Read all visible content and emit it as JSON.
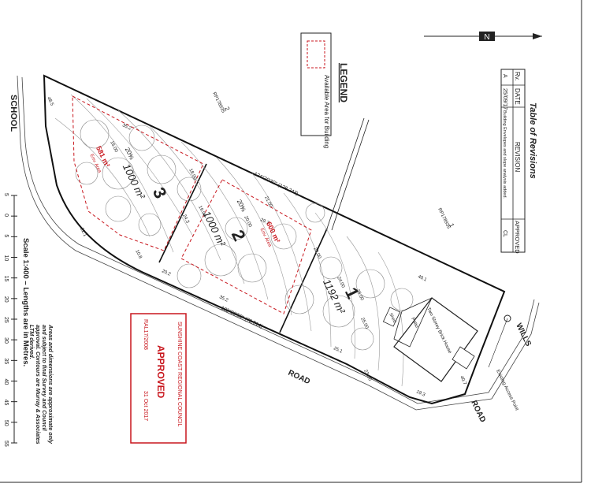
{
  "legend": {
    "title": "LEGEND",
    "item_label": "Available Area for Building"
  },
  "revisions": {
    "title": "Table of Revisions",
    "headers": [
      "Rv.",
      "DATE",
      "REVISION",
      "APPROVED"
    ],
    "rows": [
      {
        "rv": "A",
        "date": "25/09/17",
        "revision": "Building Envelopes and slope analysis added.",
        "approved": "CL"
      }
    ]
  },
  "roads": {
    "school": "SCHOOL",
    "road": "ROAD",
    "wills": "WILLS",
    "road2": "ROAD"
  },
  "lots": [
    {
      "number": "3",
      "area": "1000 m²",
      "env_area": "581 m²",
      "env_label": "Env. Area",
      "slope": "20%"
    },
    {
      "number": "2",
      "area": "1000 m²",
      "env_area": "600 m²",
      "env_label": "Env. Area",
      "slope": "20%"
    },
    {
      "number": "1",
      "area": "1192 m²"
    }
  ],
  "adjacent": {
    "lot2_label": "2",
    "lot2_plan": "RP178935",
    "lot1_label": "1",
    "lot1_plan": "RP178935"
  },
  "bearings": {
    "north_boundary": "124°20'30\" (128.243)",
    "south_boundary": "122°20'50\" (70.514)"
  },
  "dimensions": [
    "35.2",
    "24.3",
    "29.7",
    "35.2",
    "40.1",
    "25.1",
    "19.3",
    "40.7",
    "48.5",
    "20.2",
    "10.8",
    "22.1"
  ],
  "contours": [
    "16.00",
    "18.00",
    "19.00",
    "20.00",
    "21.00",
    "22.00",
    "24.00",
    "25.00",
    "25.00",
    "23.00"
  ],
  "buildings": {
    "house": "Two Storey Brick House",
    "patio": "Patio",
    "shed": "Shed",
    "access": "Existing Access Point"
  },
  "approval": {
    "council": "SUNSHINE COAST REGIONAL COUNCIL",
    "status": "APPROVED",
    "reference": "RAL17/2008",
    "date": "31 Oct 2017"
  },
  "scale": {
    "ticks": [
      "5",
      "0",
      "5",
      "10",
      "15",
      "20",
      "25",
      "30",
      "35",
      "40",
      "45",
      "50",
      "55"
    ],
    "caption": "Scale 1:400 – Lengths are in Metres."
  },
  "note": "Areas and dimensions are approximate only and subject to final Survey and Council approval. Contours are Murray & Associates LTM derived."
}
